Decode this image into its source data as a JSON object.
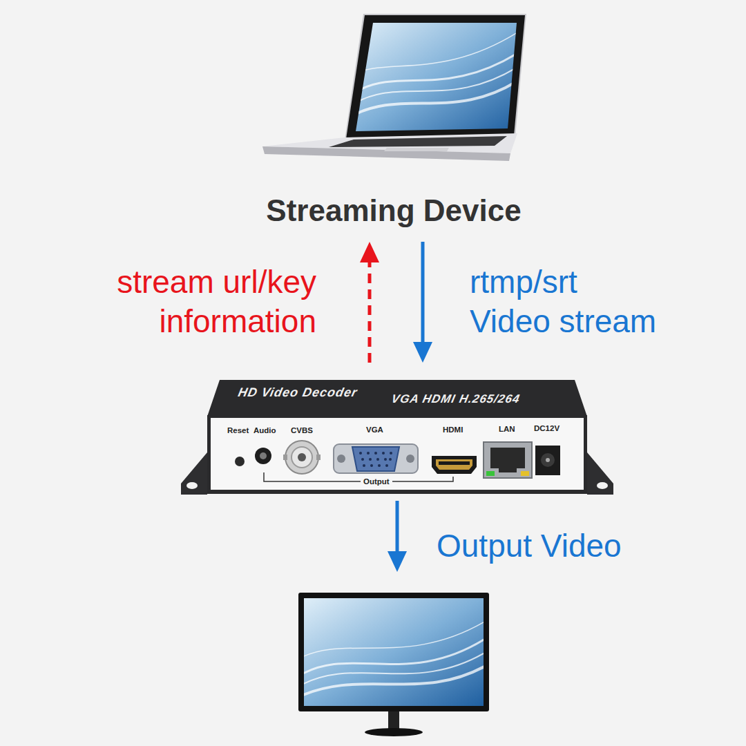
{
  "diagram": {
    "nodes": [
      {
        "text": [
          "Streaming Device"
        ]
      },
      {
        "text": [
          "HD Video Decoder",
          "VGA HDMI H.265/264"
        ]
      },
      {
        "text": []
      }
    ],
    "edges": [
      {
        "from": 1,
        "to": 0,
        "label": "stream url/key information",
        "arrow": "to"
      },
      {
        "from": 0,
        "to": 1,
        "label": "rtmp/srt Video stream",
        "arrow": "to"
      },
      {
        "from": 1,
        "to": 2,
        "label": "Output Video",
        "arrow": "to"
      }
    ],
    "labels": [
      "Reset",
      "Audio",
      "CVBS",
      "VGA",
      "HDMI",
      "LAN",
      "DC12V",
      "Output"
    ]
  }
}
